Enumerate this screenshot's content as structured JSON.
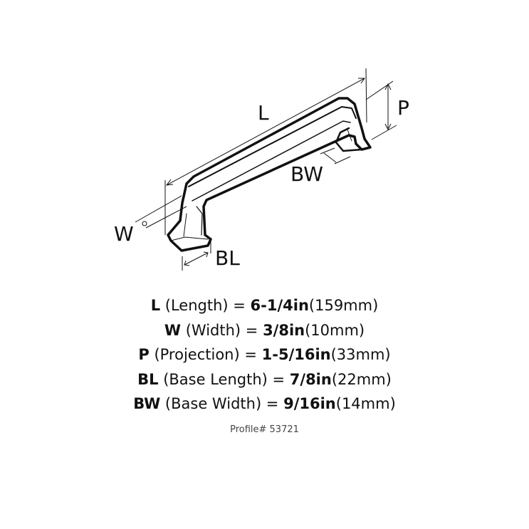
{
  "diagram": {
    "labels": {
      "L": "L",
      "P": "P",
      "BW": "BW",
      "W": "W",
      "BL": "BL"
    }
  },
  "specs": [
    {
      "key": "L",
      "desc": " (Length) = ",
      "value": "6-1/4in",
      "metric": "(159mm)"
    },
    {
      "key": "W",
      "desc": " (Width) = ",
      "value": "3/8in",
      "metric": "(10mm)"
    },
    {
      "key": "P",
      "desc": " (Projection) = ",
      "value": "1-5/16in",
      "metric": "(33mm)"
    },
    {
      "key": "BL",
      "desc": " (Base Length) = ",
      "value": "7/8in",
      "metric": "(22mm)"
    },
    {
      "key": "BW",
      "desc": " (Base Width) = ",
      "value": "9/16in",
      "metric": "(14mm)"
    }
  ],
  "profile": "Profile# 53721"
}
